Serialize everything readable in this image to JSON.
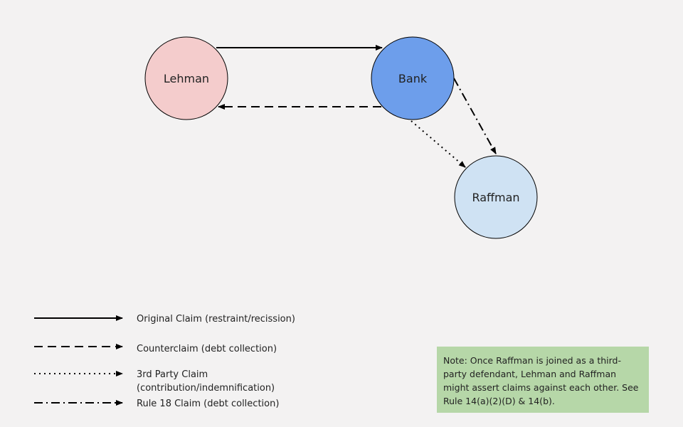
{
  "nodes": {
    "lehman": {
      "label": "Lehman",
      "fill": "#f4cccc"
    },
    "bank": {
      "label": "Bank",
      "fill": "#6d9eeb"
    },
    "raffman": {
      "label": "Raffman",
      "fill": "#cfe2f3"
    }
  },
  "legend": {
    "original": {
      "line1": "Original Claim (restraint/recission)"
    },
    "counter": {
      "line1": "Counterclaim (debt collection)"
    },
    "third_party": {
      "line1": "3rd Party Claim",
      "line2": "(contribution/indemnification)"
    },
    "rule18": {
      "line1": "Rule 18 Claim (debt collection)"
    }
  },
  "note": {
    "text": "Note: Once Raffman is joined as a third-party defendant, Lehman and Raffman might assert claims against each other. See Rule 14(a)(2)(D) & 14(b).",
    "fill": "#b6d7a8"
  }
}
